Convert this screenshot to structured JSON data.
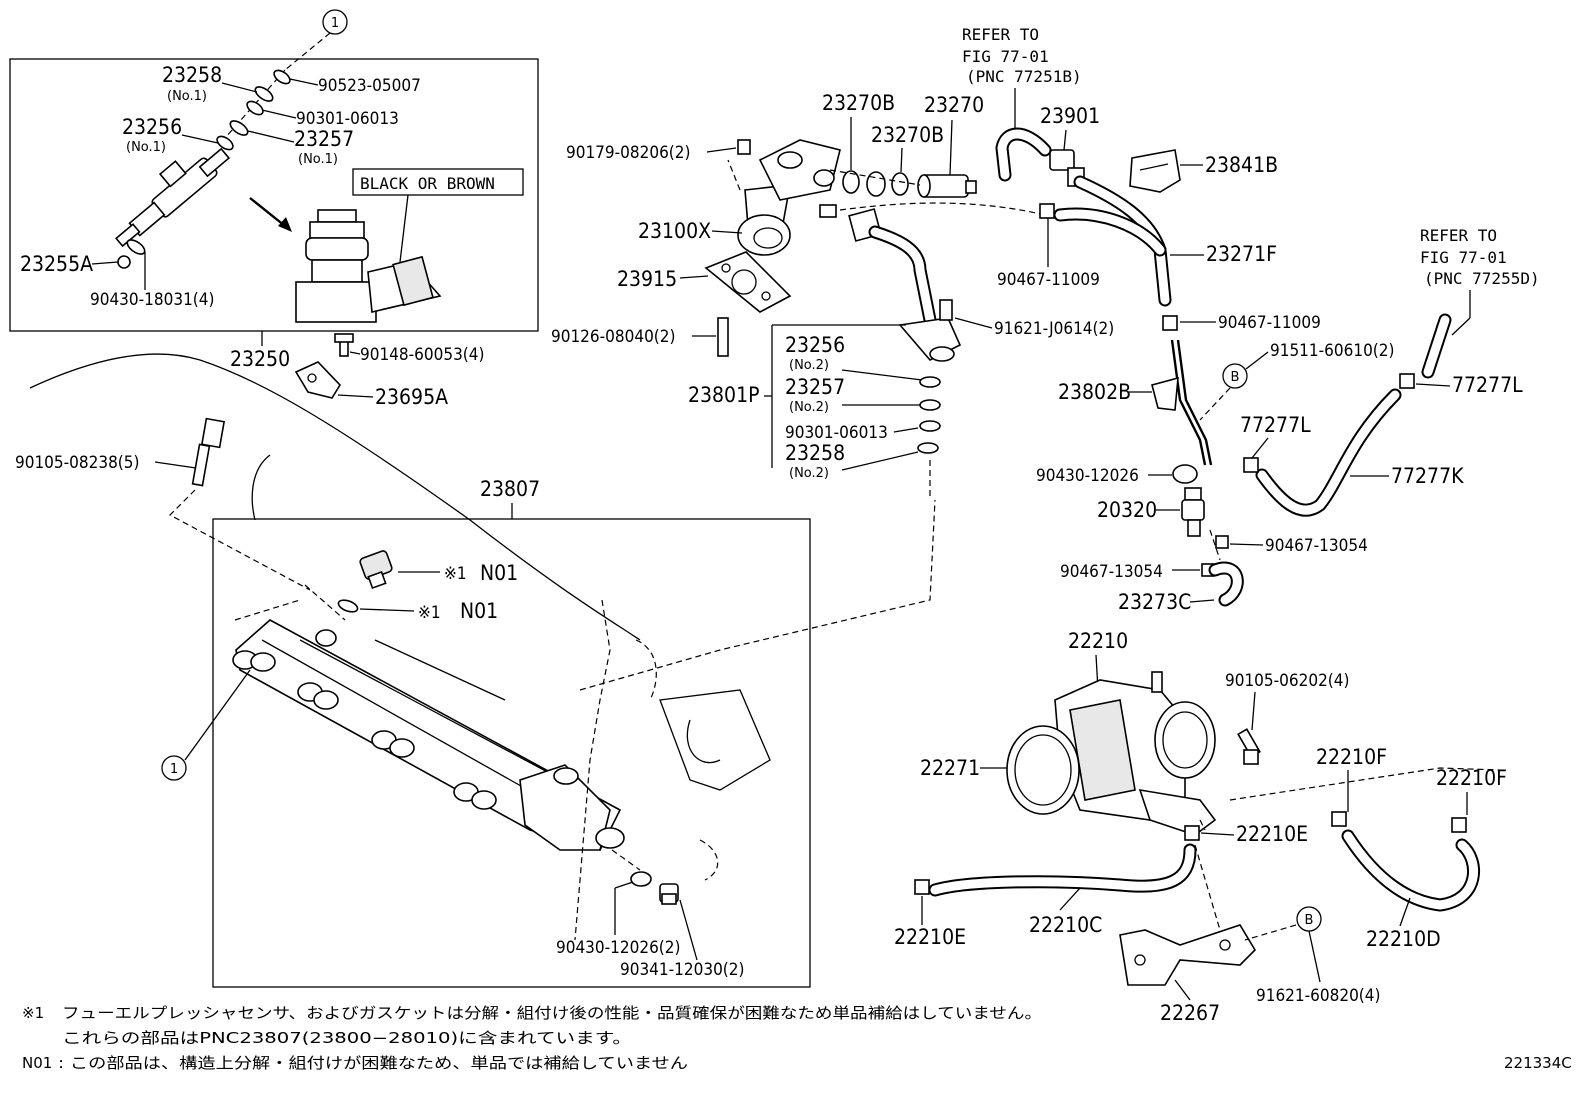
{
  "labels": {
    "circle1_top": "1",
    "p23258": "23258",
    "p23258_sub": "(No.1)",
    "p90523": "90523-05007",
    "p90301a": "90301-06013",
    "p23256": "23256",
    "p23256_sub": "(No.1)",
    "p23257": "23257",
    "p23257_sub": "(No.1)",
    "black_brown": "BLACK OR BROWN",
    "p23255A": "23255A",
    "p90430a": "90430-18031(4)",
    "p23250": "23250",
    "p90148": "90148-60053(4)",
    "p23695A": "23695A",
    "p90105a": "90105-08238(5)",
    "p23807": "23807",
    "n01_a_mark": "※1",
    "n01_a": "N01",
    "n01_b_mark": "※1",
    "n01_b": "N01",
    "circle1_left": "1",
    "p90430b": "90430-12026(2)",
    "p90341": "90341-12030(2)",
    "p90179": "90179-08206(2)",
    "p23100X": "23100X",
    "p23915": "23915",
    "p90126": "90126-08040(2)",
    "p23270B_a": "23270B",
    "p23270": "23270",
    "p23270B_b": "23270B",
    "refer1_a": "REFER TO",
    "refer1_b": "FIG 77-01",
    "refer1_c": "(PNC 77251B)",
    "p23901": "23901",
    "p23841B": "23841B",
    "p23271F": "23271F",
    "p90467a": "90467-11009",
    "p91621a": "91621-J0614(2)",
    "p90467b": "90467-11009",
    "p23256b": "23256",
    "p23256b_sub": "(No.2)",
    "p23257b": "23257",
    "p23257b_sub": "(No.2)",
    "p23801P": "23801P",
    "p90301b": "90301-06013",
    "p23258b": "23258",
    "p23258b_sub": "(No.2)",
    "p91511": "91511-60610(2)",
    "circleB_a": "B",
    "p23802B": "23802B",
    "refer2_a": "REFER TO",
    "refer2_b": "FIG 77-01",
    "refer2_c": "(PNC 77255D)",
    "p77277L_a": "77277L",
    "p77277L_b": "77277L",
    "p77277K": "77277K",
    "p90430c": "90430-12026",
    "p20320": "20320",
    "p90467c": "90467-13054",
    "p90467d": "90467-13054",
    "p23273C": "23273C",
    "p22210": "22210",
    "p90105b": "90105-06202(4)",
    "p22271": "22271",
    "p22210F_a": "22210F",
    "p22210F_b": "22210F",
    "p22210E_a": "22210E",
    "p22210E_b": "22210E",
    "p22210C": "22210C",
    "p22210D": "22210D",
    "circleB_b": "B",
    "p91621b": "91621-60820(4)",
    "p22267": "22267"
  },
  "notes": {
    "line1_mark": "※1",
    "line1": "フューエルプレッシャセンサ、およびガスケットは分解・組付け後の性能・品質確保が困難なため単品補給はしていません。",
    "line2": "これらの部品はPNC23807(23800−28010)に含まれています。",
    "line3_mark": "N01",
    "line3": ": この部品は、構造上分解・組付けが困難なため、単品では補給していません"
  },
  "figure_id": "221334C"
}
